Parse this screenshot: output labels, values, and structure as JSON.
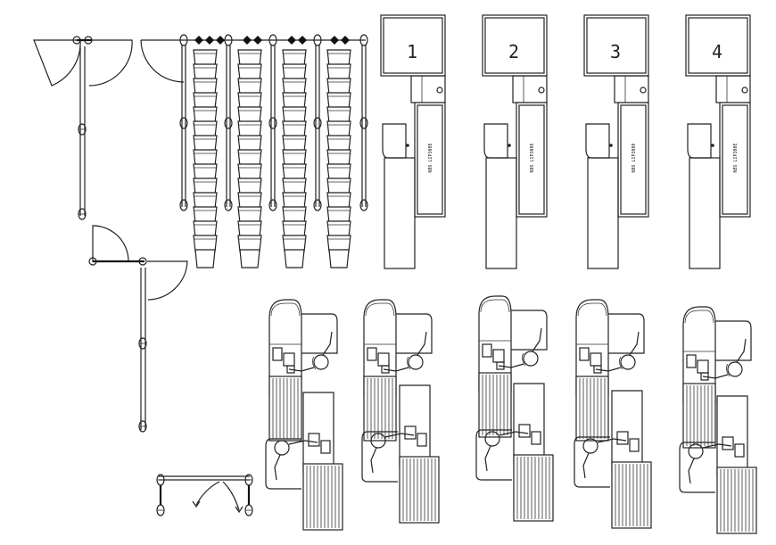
{
  "drawing": {
    "desk_numbers": [
      "1",
      "2",
      "3",
      "4"
    ],
    "printer_label": "NBS LIP300E",
    "colors": {
      "line": "#222222",
      "background": "#ffffff"
    }
  }
}
